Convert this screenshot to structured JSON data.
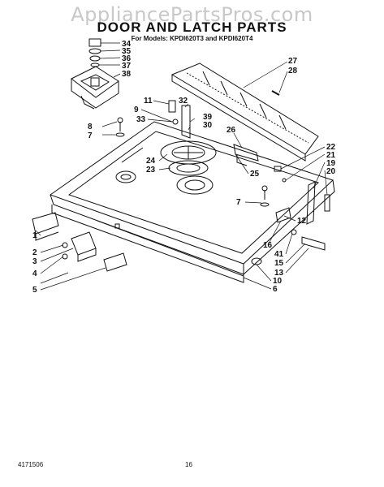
{
  "watermark": "AppliancePartsPros.com",
  "title": "DOOR AND LATCH PARTS",
  "models": "For Models: KPDI620T3 and KPDI620T4",
  "footer_left": "4171506",
  "footer_center": "16",
  "callouts": [
    {
      "id": "34",
      "label": "34"
    },
    {
      "id": "35",
      "label": "35"
    },
    {
      "id": "36",
      "label": "36"
    },
    {
      "id": "37",
      "label": "37"
    },
    {
      "id": "38",
      "label": "38"
    },
    {
      "id": "27",
      "label": "27"
    },
    {
      "id": "28",
      "label": "28"
    },
    {
      "id": "11",
      "label": "11"
    },
    {
      "id": "32",
      "label": "32"
    },
    {
      "id": "9",
      "label": "9"
    },
    {
      "id": "39",
      "label": "39"
    },
    {
      "id": "30",
      "label": "30"
    },
    {
      "id": "33",
      "label": "33"
    },
    {
      "id": "8",
      "label": "8"
    },
    {
      "id": "7a",
      "label": "7"
    },
    {
      "id": "26",
      "label": "26"
    },
    {
      "id": "22",
      "label": "22"
    },
    {
      "id": "21",
      "label": "21"
    },
    {
      "id": "19",
      "label": "19"
    },
    {
      "id": "20",
      "label": "20"
    },
    {
      "id": "24",
      "label": "24"
    },
    {
      "id": "23",
      "label": "23"
    },
    {
      "id": "25",
      "label": "25"
    },
    {
      "id": "7b",
      "label": "7"
    },
    {
      "id": "12",
      "label": "12"
    },
    {
      "id": "16",
      "label": "16"
    },
    {
      "id": "41",
      "label": "41"
    },
    {
      "id": "15",
      "label": "15"
    },
    {
      "id": "13",
      "label": "13"
    },
    {
      "id": "10",
      "label": "10"
    },
    {
      "id": "6",
      "label": "6"
    },
    {
      "id": "1",
      "label": "1"
    },
    {
      "id": "2",
      "label": "2"
    },
    {
      "id": "3",
      "label": "3"
    },
    {
      "id": "4",
      "label": "4"
    },
    {
      "id": "5",
      "label": "5"
    }
  ]
}
